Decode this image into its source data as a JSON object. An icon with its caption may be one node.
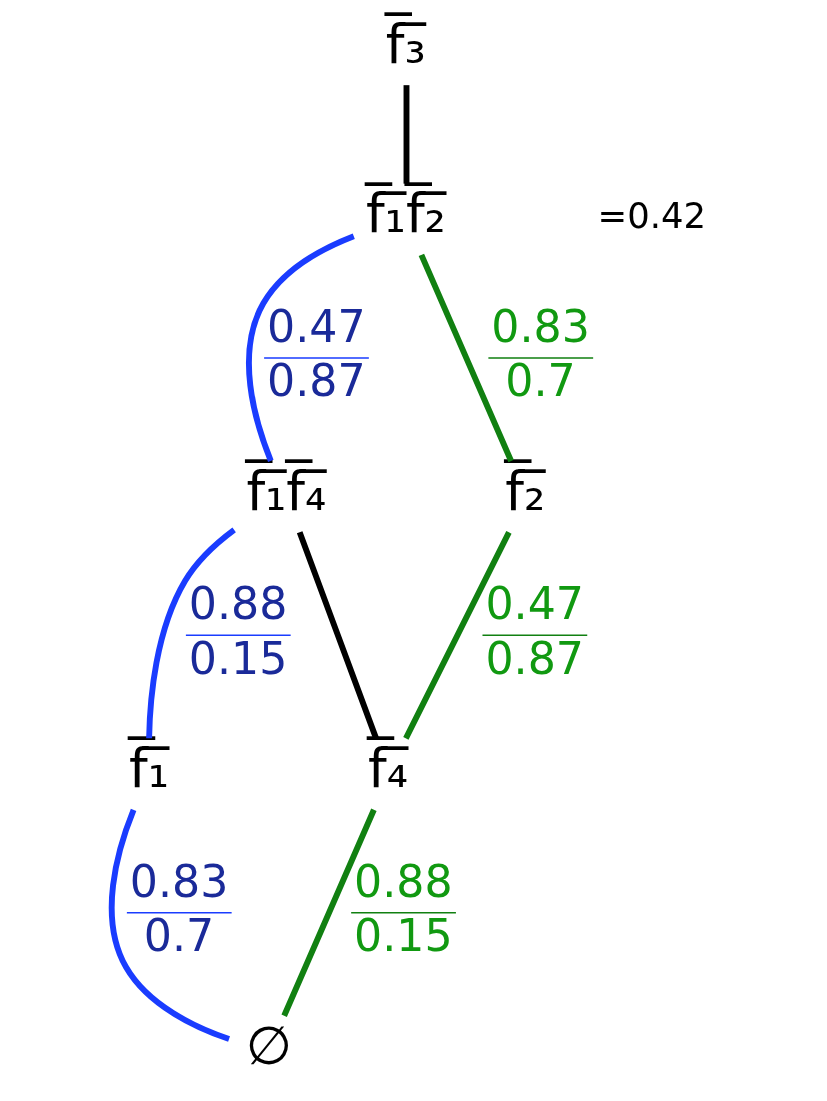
{
  "diagram": {
    "nodes": [
      {
        "text": [
          "f̅₃̅"
        ]
      },
      {
        "text": [
          "f̅₁̅f̅₂̅"
        ]
      },
      {
        "text": [
          "f̅₁̅f̅₄̅"
        ]
      },
      {
        "text": [
          "f̅₂̅"
        ]
      },
      {
        "text": [
          "f̅₁̅"
        ]
      },
      {
        "text": [
          "f̅₄̅"
        ]
      },
      {
        "text": [
          "∅"
        ]
      }
    ],
    "edges": [
      {
        "from": 0,
        "to": 1,
        "arrow": "none",
        "color": "#000000"
      },
      {
        "from": 1,
        "to": 2,
        "arrow": "none",
        "label": "0.47 0.87",
        "color": "#1a3cff"
      },
      {
        "from": 1,
        "to": 3,
        "arrow": "none",
        "label": "0.83 0.7",
        "color": "#118011"
      },
      {
        "from": 2,
        "to": 4,
        "arrow": "none",
        "label": "0.88 0.15",
        "color": "#1a3cff"
      },
      {
        "from": 2,
        "to": 5,
        "arrow": "none",
        "color": "#000000"
      },
      {
        "from": 3,
        "to": 5,
        "arrow": "none",
        "label": "0.47 0.87",
        "color": "#118011"
      },
      {
        "from": 4,
        "to": 6,
        "arrow": "none",
        "label": "0.83 0.7",
        "color": "#1a3cff"
      },
      {
        "from": 5,
        "to": 6,
        "arrow": "none",
        "label": "0.88 0.15",
        "color": "#118011"
      }
    ],
    "labels": [
      "=0.42"
    ]
  }
}
